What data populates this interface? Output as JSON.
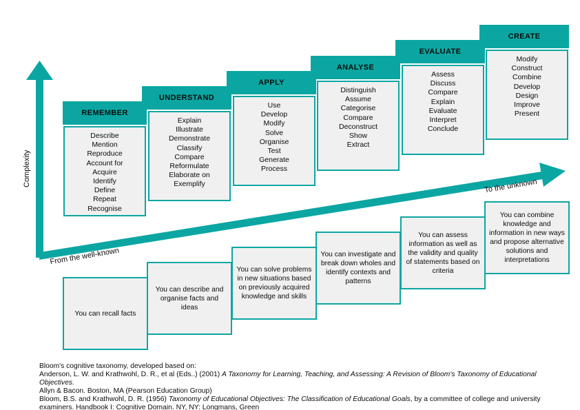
{
  "colors": {
    "teal": "#0BA6A2",
    "box_fill": "#F0F0F0"
  },
  "axes": {
    "complexity_label": "Complexity",
    "from_label": "From the well-known",
    "to_label": "To the unknown"
  },
  "columns": [
    {
      "title": "REMEMBER",
      "verbs": [
        "Describe",
        "Mention",
        "Reproduce",
        "Account for",
        "Acquire",
        "Identify",
        "Define",
        "Repeat",
        "Recognise"
      ],
      "can_statement": "You can recall facts"
    },
    {
      "title": "UNDERSTAND",
      "verbs": [
        "Explain",
        "Illustrate",
        "Demonstrate",
        "Classify",
        "Compare",
        "Reformulate",
        "Elaborate on",
        "Exemplify"
      ],
      "can_statement": "You can describe and organise facts and ideas"
    },
    {
      "title": "APPLY",
      "verbs": [
        "Use",
        "Develop",
        "Modify",
        "Solve",
        "Organise",
        "Test",
        "Generate",
        "Process"
      ],
      "can_statement": "You can solve problems in new situations based on previously acquired knowledge and skills"
    },
    {
      "title": "ANALYSE",
      "verbs": [
        "Distinguish",
        "Assume",
        "Categorise",
        "Compare",
        "Deconstruct",
        "Show",
        "Extract"
      ],
      "can_statement": "You can investigate and break down wholes and identify contexts and patterns"
    },
    {
      "title": "EVALUATE",
      "verbs": [
        "Assess",
        "Discuss",
        "Compare",
        "Explain",
        "Evaluate",
        "Interpret",
        "Conclude"
      ],
      "can_statement": "You can assess information as well as the validity and quality of statements based on criteria"
    },
    {
      "title": "CREATE",
      "verbs": [
        "Modify",
        "Construct",
        "Combine",
        "Develop",
        "Design",
        "Improve",
        "Present"
      ],
      "can_statement": "You can combine knowledge and information in new ways and propose alternative solutions and interpretations"
    }
  ],
  "footer": {
    "heading": "Bloom's cognitive taxonomy, developed based on:",
    "line2_normal": "Anderson, L. W. and Krathwohl, D. R., et al (Eds..) (2001) ",
    "line2_italic": "A Taxonomy for Learning, Teaching, and Assessing: A Revision of Bloom's Taxonomy of Educational Objectives.",
    "line3": "Allyn & Bacon. Boston, MA (Pearson Education Group)",
    "line4_normal": "Bloom, B.S. and Krathwohl, D. R. (1956) ",
    "line4_italic": "Taxonomy of Educational Objectives: The Classification of Educational Goals",
    "line4_suffix": ", by a committee of college and university",
    "line5": "examiners. Handbook I: Cognitive Domain. NY, NY: Longmans, Green"
  }
}
